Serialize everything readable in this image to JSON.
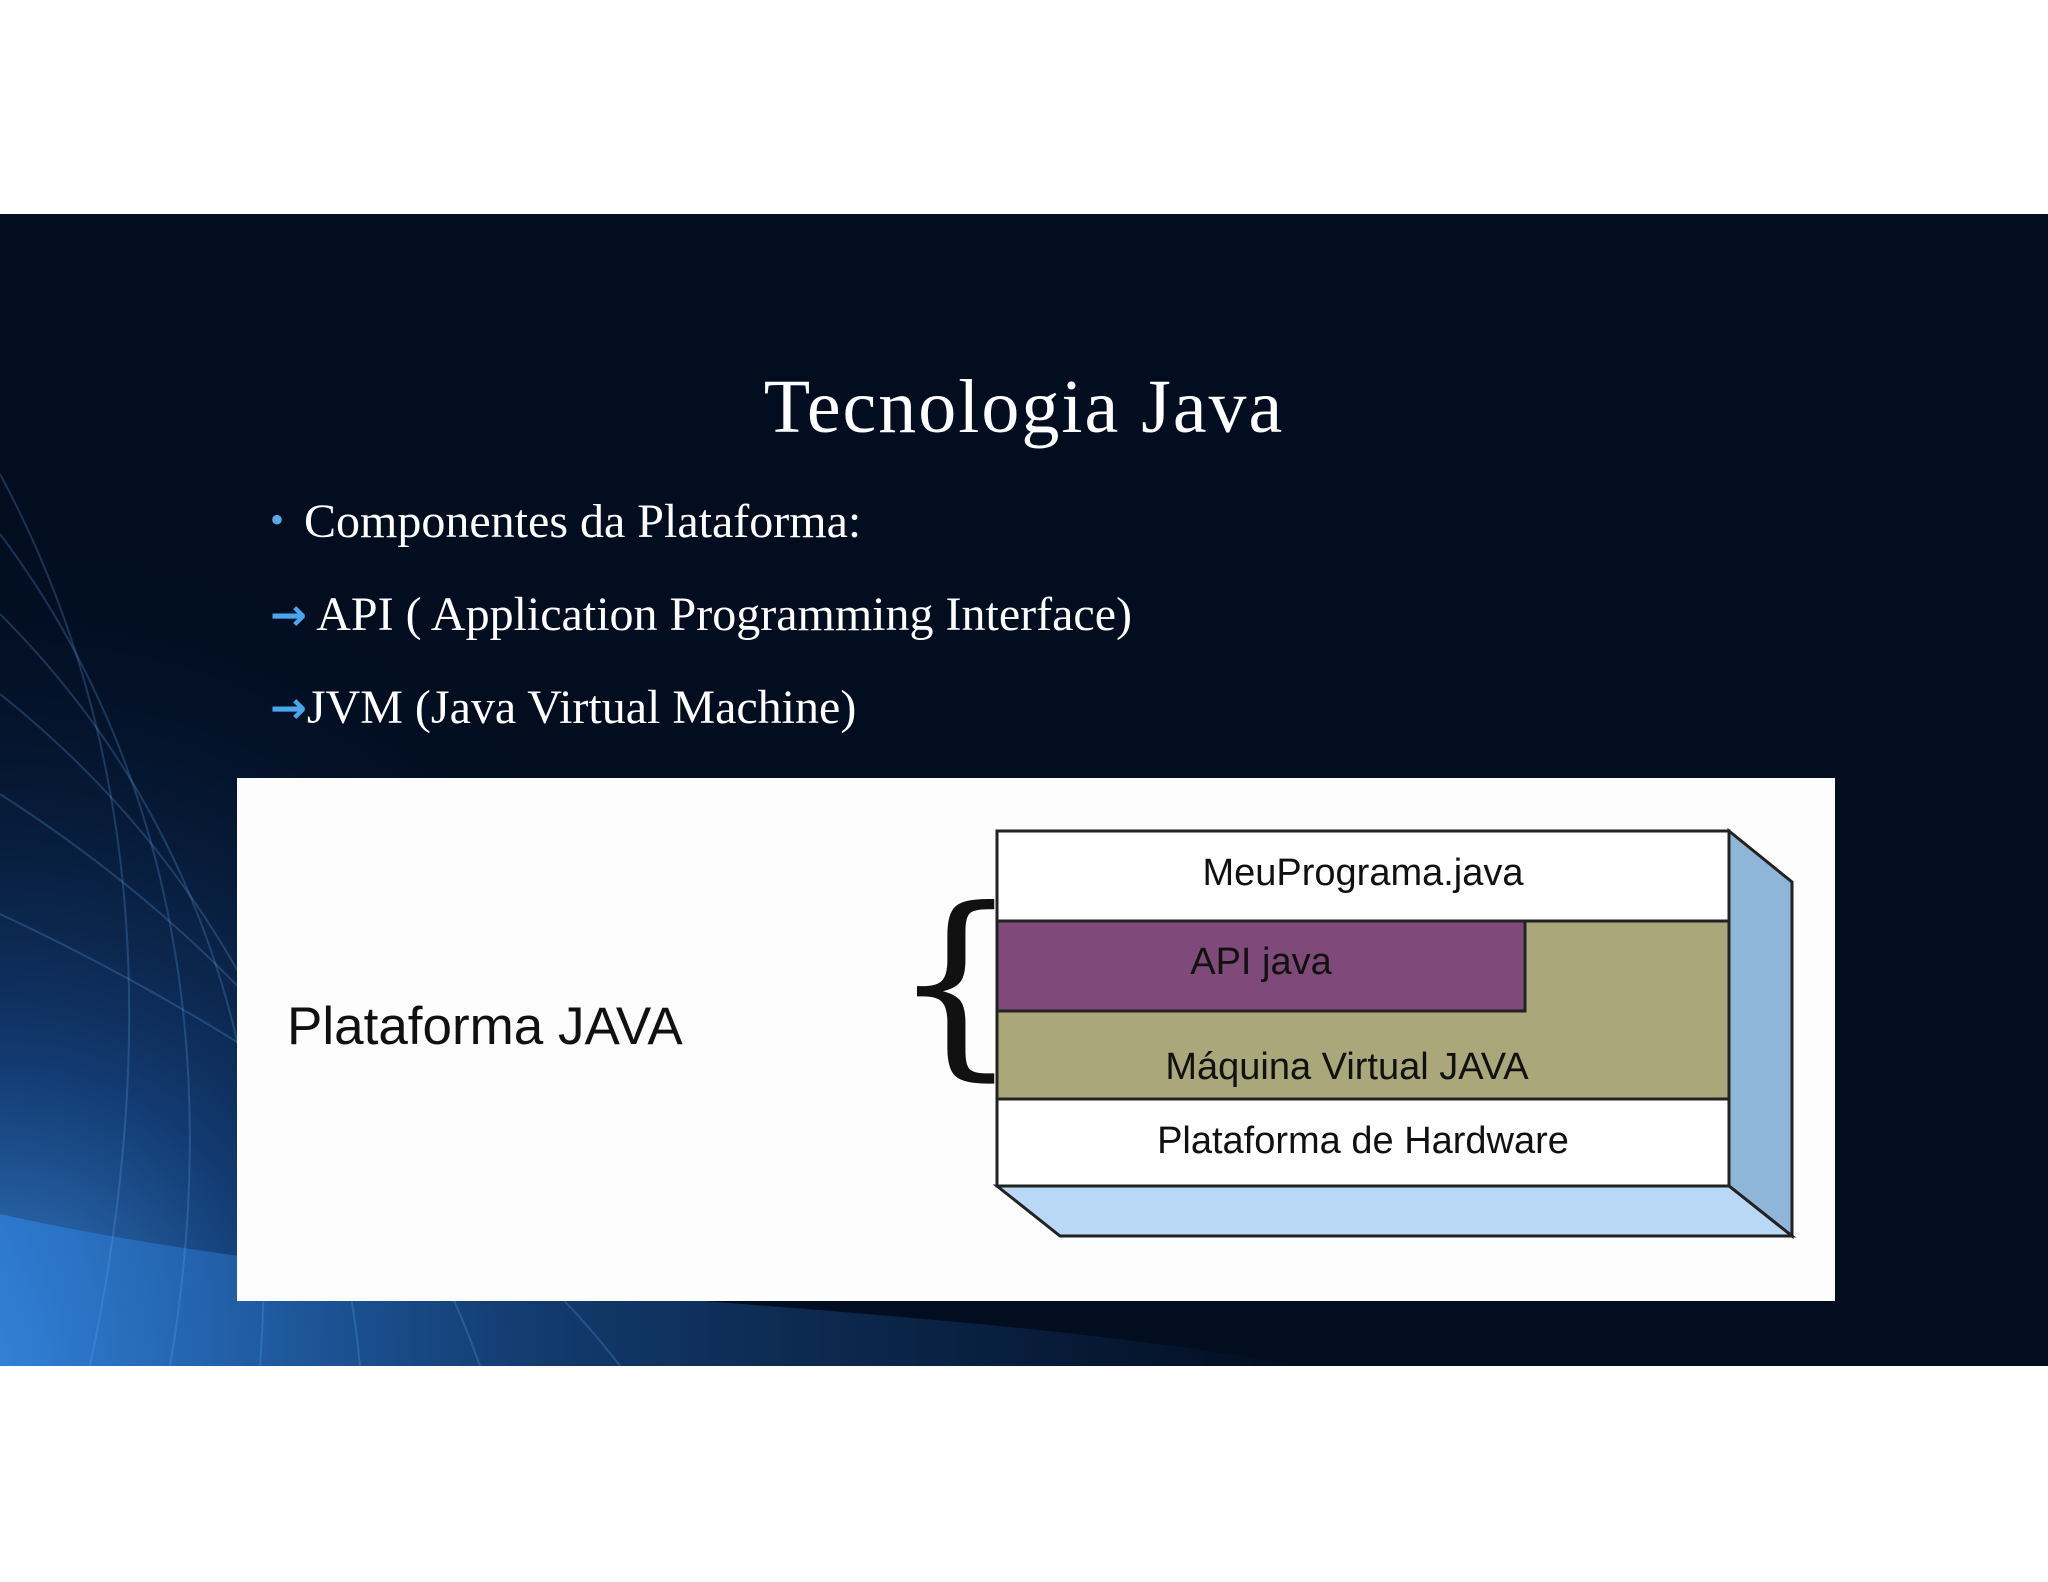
{
  "slide": {
    "title": "Tecnologia Java",
    "bullets": [
      {
        "marker": "•",
        "text": "Componentes da Plataforma:"
      },
      {
        "marker": "→",
        "text": " API ( Application Programming Interface)"
      },
      {
        "marker": "→",
        "text": "JVM (Java Virtual Machine)"
      }
    ]
  },
  "diagram": {
    "platform_label": "Plataforma JAVA",
    "layers": {
      "program": "MeuPrograma.java",
      "api": "API java",
      "jvm": "Máquina Virtual JAVA",
      "hardware": "Plataforma de Hardware"
    }
  },
  "colors": {
    "slide_background": "#020d20",
    "accent_blue": "#4aa6ee",
    "api_layer": "#7f4a79",
    "jvm_layer": "#aaa77a",
    "box_side": "#8fb5d9",
    "box_bottom": "#b8d8f5"
  }
}
